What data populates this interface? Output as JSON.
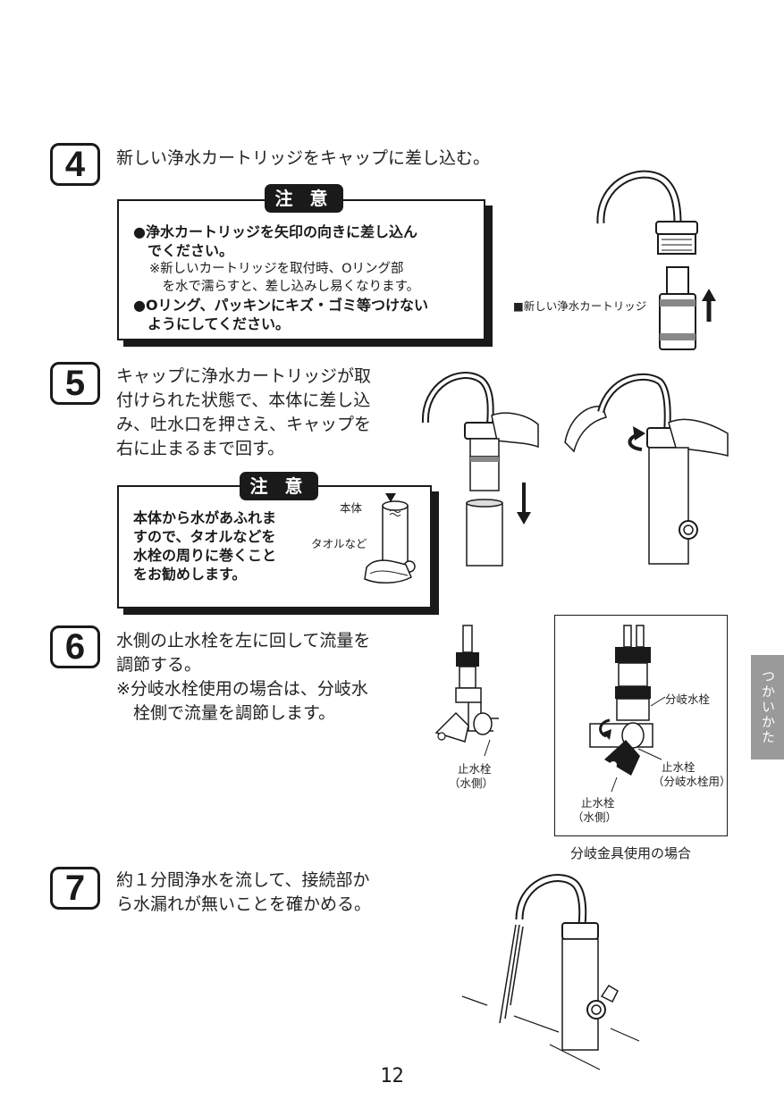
{
  "steps": [
    {
      "number": "4",
      "text": [
        "新しい浄水カートリッジをキャップに差し込む。"
      ]
    },
    {
      "number": "5",
      "text": [
        "キャップに浄水カートリッジが取",
        "付けられた状態で、本体に差し込",
        "み、吐水口を押さえ、キャップを",
        "右に止まるまで回す。"
      ]
    },
    {
      "number": "6",
      "text": [
        "水側の止水栓を左に回して流量を",
        "調節する。",
        "※分岐水栓使用の場合は、分岐水",
        "　栓側で流量を調節します。"
      ]
    },
    {
      "number": "7",
      "text": [
        "約１分間浄水を流して、接続部か",
        "ら水漏れが無いことを確かめる。"
      ]
    }
  ],
  "caution1": {
    "label": "注 意",
    "line1": "●浄水カートリッジを矢印の向きに差し込ん",
    "line2": "　でください。",
    "note1": "※新しいカートリッジを取付時、Oリング部",
    "note2": "　を水で濡らすと、差し込みし易くなります。",
    "line3": "●Oリング、パッキンにキズ・ゴミ等つけない",
    "line4": "　ようにしてください。"
  },
  "caution2": {
    "label": "注 意",
    "lines": [
      "本体から水があふれま",
      "すので、タオルなどを",
      "水栓の周りに巻くこと",
      "をお勧めします。"
    ]
  },
  "labels": {
    "new_cartridge": "■新しい浄水カートリッジ",
    "body": "本体",
    "towel": "タオルなど",
    "stop_valve_1": "止水栓",
    "water_side_1": "（水側）",
    "branch_faucet": "分岐水栓",
    "stop_valve_2": "止水栓",
    "branch_use": "（分岐水栓用）",
    "stop_valve_3": "止水栓",
    "water_side_3": "（水側）",
    "branch_caption": "分岐金具使用の場合"
  },
  "side_tab": "つかいかた",
  "page_number": "12"
}
